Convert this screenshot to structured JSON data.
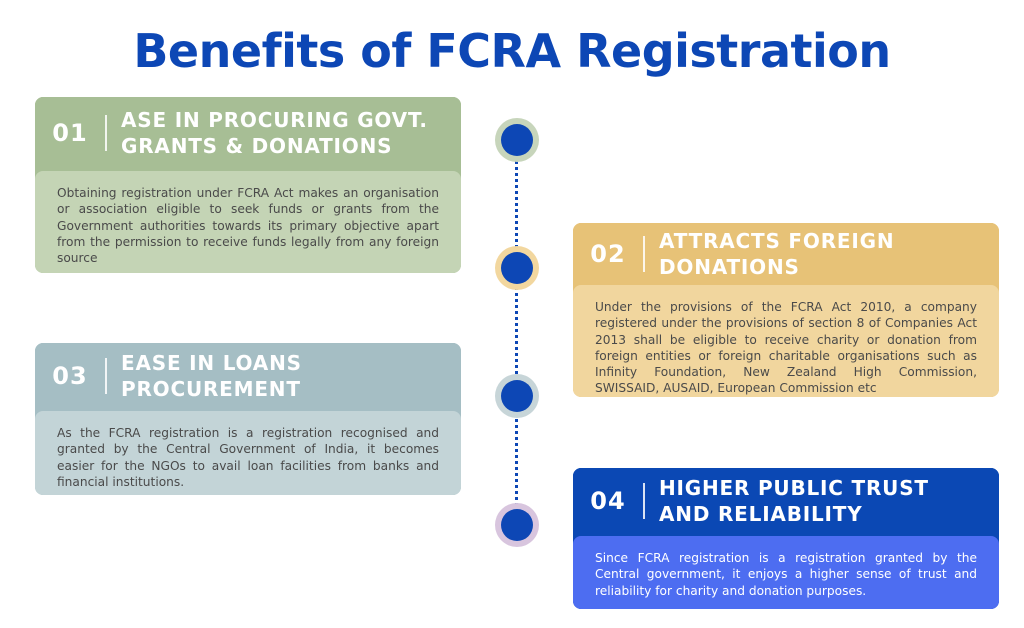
{
  "title": "Benefits of FCRA Registration",
  "colors": {
    "title": "#0d47b5",
    "green": "#a7be95",
    "orange": "#e7c277",
    "slate": "#a5bec4",
    "blue": "#0b48b4",
    "node": "#0d47b5"
  },
  "cards": [
    {
      "number": "01",
      "title_line1": "ASE IN PROCURING GOVT.",
      "title_line2": "GRANTS & DONATIONS",
      "body": "Obtaining registration under FCRA Act makes an organisation or association eligible to seek funds or grants from the Government authorities towards its primary objective apart from the permission to receive funds legally from any foreign source"
    },
    {
      "number": "02",
      "title_line1": "ATTRACTS FOREIGN",
      "title_line2": "DONATIONS",
      "body": "Under the provisions of the FCRA Act 2010, a company registered under the provisions of section 8 of Companies Act 2013 shall be eligible to receive charity or donation from foreign entities or foreign charitable organisations such as Infinity Foundation, New Zealand High Commission, SWISSAID, AUSAID, European Commission etc"
    },
    {
      "number": "03",
      "title_line1": "EASE IN LOANS",
      "title_line2": "PROCUREMENT",
      "body": "As the FCRA registration is a registration recognised and granted by the Central Government of India, it becomes easier for the NGOs to avail loan facilities from banks and financial institutions."
    },
    {
      "number": "04",
      "title_line1": "HIGHER PUBLIC TRUST",
      "title_line2": "AND RELIABILITY",
      "body": "Since FCRA registration is a registration granted by the Central government, it enjoys a higher sense of trust and reliability for charity and donation purposes."
    }
  ]
}
